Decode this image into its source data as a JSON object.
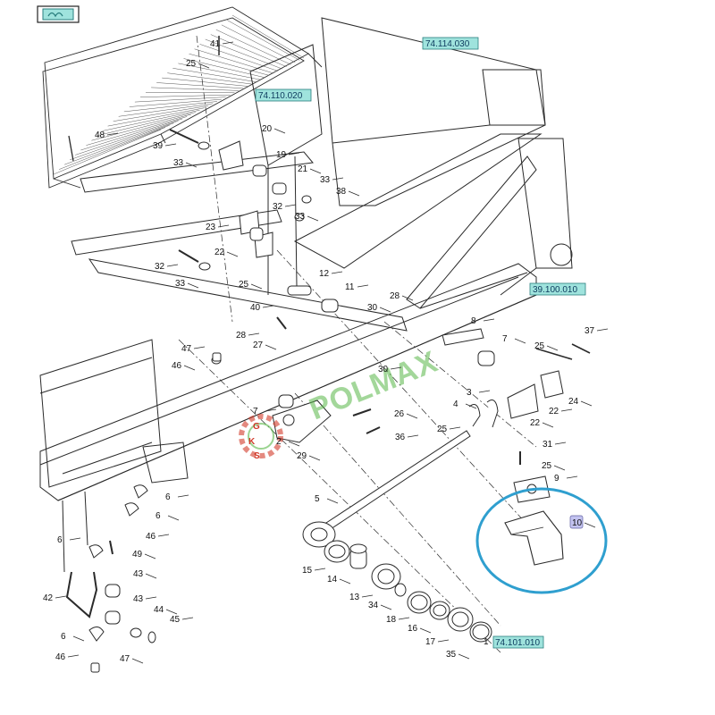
{
  "colors": {
    "line": "#2a2a2a",
    "ref_fill": "#9fe3dd",
    "ref_border": "#2a7f7f",
    "highlight": "#2f9fcf",
    "selected_fill": "#c3c3f0",
    "watermark_green": "#58b848",
    "watermark_red": "#d23a2a"
  },
  "icons": {
    "corner_badge": "parts-view-badge-icon",
    "watermark_gear": "gear-icon"
  },
  "watermark": {
    "text": "POLMAX",
    "letters": [
      "G",
      "K",
      "S"
    ]
  },
  "references": [
    {
      "id": "ref-74-114-030",
      "text": "74.114.030"
    },
    {
      "id": "ref-74-110-020",
      "text": "74.110.020"
    },
    {
      "id": "ref-39-100-010",
      "text": "39.100.010"
    },
    {
      "id": "ref-74-101-010",
      "text": "74.101.010"
    }
  ],
  "selected_part": "10",
  "callouts": [
    "41",
    "25",
    "48",
    "20",
    "39",
    "33",
    "19",
    "21",
    "33",
    "38",
    "32",
    "33",
    "23",
    "22",
    "32",
    "33",
    "12",
    "25",
    "11",
    "28",
    "40",
    "30",
    "28",
    "27",
    "47",
    "46",
    "8",
    "7",
    "37",
    "25",
    "30",
    "24",
    "3",
    "4",
    "22",
    "22",
    "7",
    "26",
    "25",
    "2",
    "36",
    "29",
    "31",
    "25",
    "9",
    "10",
    "6",
    "6",
    "46",
    "5",
    "6",
    "49",
    "42",
    "43",
    "43",
    "44",
    "45",
    "6",
    "46",
    "47",
    "15",
    "14",
    "13",
    "34",
    "18",
    "16",
    "17",
    "35",
    "1"
  ]
}
